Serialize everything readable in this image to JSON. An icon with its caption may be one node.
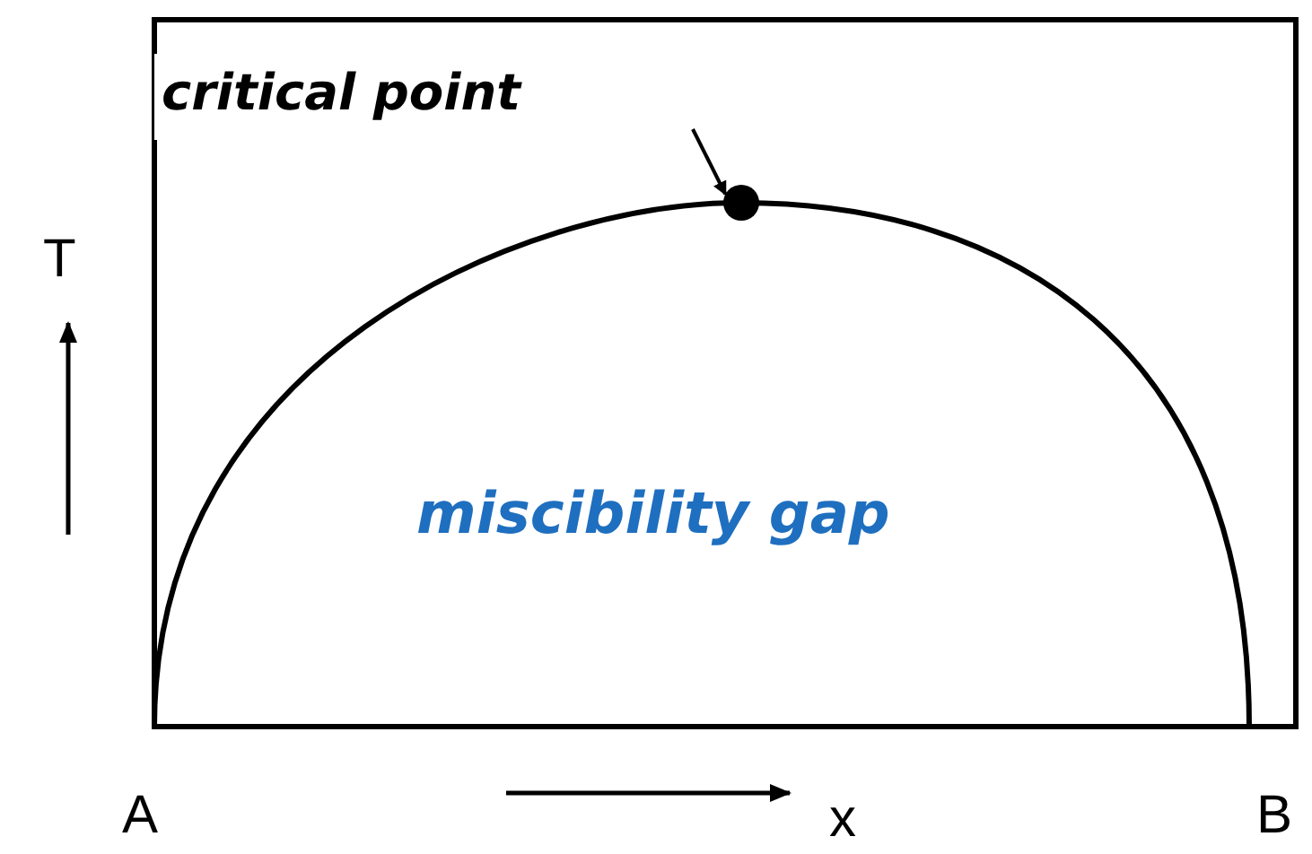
{
  "diagram": {
    "nodes": [
      {
        "text": [
          "critical point"
        ]
      },
      {
        "text": [],
        "shape": "circle"
      }
    ],
    "edges": [
      {
        "from": 0,
        "to": 1,
        "arrow": "to"
      }
    ],
    "labels": [
      "T",
      "miscibility gap",
      "A",
      "x",
      "B"
    ]
  }
}
